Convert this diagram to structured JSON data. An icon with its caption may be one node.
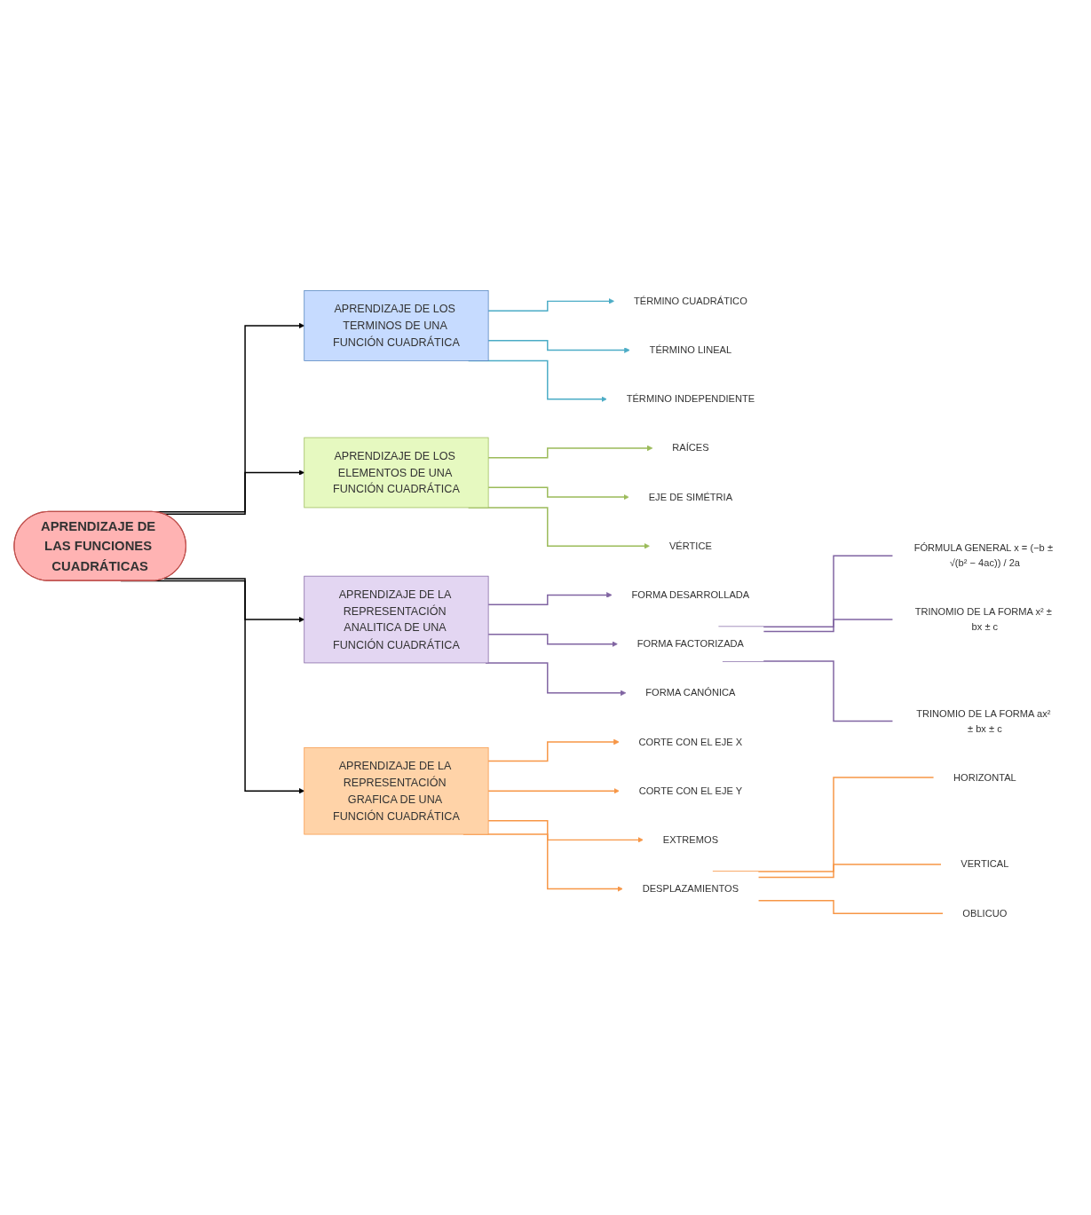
{
  "diagram": {
    "nodes": [
      {
        "text": [
          "APRENDIZAJE DE LAS FUNCIONES CUADRÁTICAS"
        ]
      },
      {
        "text": [
          "APRENDIZAJE DE LOS TERMINOS DE UNA FUNCIÓN CUADRÁTICA"
        ]
      },
      {
        "text": [
          "APRENDIZAJE DE LOS ELEMENTOS DE UNA FUNCIÓN CUADRÁTICA"
        ]
      },
      {
        "text": [
          "APRENDIZAJE DE LA REPRESENTACIÓN ANALITICA DE UNA FUNCIÓN CUADRÁTICA"
        ]
      },
      {
        "text": [
          "APRENDIZAJE DE LA REPRESENTACIÓN GRAFICA DE UNA FUNCIÓN CUADRÁTICA"
        ]
      },
      {
        "text": [
          "TÉRMINO CUADRÁTICO"
        ]
      },
      {
        "text": [
          "TÉRMINO LINEAL"
        ]
      },
      {
        "text": [
          "TÉRMINO INDEPENDIENTE"
        ]
      },
      {
        "text": [
          "RAÍCES"
        ]
      },
      {
        "text": [
          "EJE DE SIMÉTRIA"
        ]
      },
      {
        "text": [
          "VÉRTICE"
        ]
      },
      {
        "text": [
          "FORMA DESARROLLADA"
        ]
      },
      {
        "text": [
          "FORMA FACTORIZADA"
        ]
      },
      {
        "text": [
          "FORMA CANÓNICA"
        ]
      },
      {
        "text": [
          "FÓRMULA GENERAL x = (−b ± √(b² − 4ac)) / 2a"
        ]
      },
      {
        "text": [
          "TRINOMIO DE LA FORMA x² ± bx ± c"
        ]
      },
      {
        "text": [
          "TRINOMIO DE LA FORMA ax² ± bx ± c"
        ]
      },
      {
        "text": [
          "CORTE CON EL EJE X"
        ]
      },
      {
        "text": [
          "CORTE CON EL EJE Y"
        ]
      },
      {
        "text": [
          "EXTREMOS"
        ]
      },
      {
        "text": [
          "DESPLAZAMIENTOS"
        ]
      },
      {
        "text": [
          "HORIZONTAL"
        ]
      },
      {
        "text": [
          "VERTICAL"
        ]
      },
      {
        "text": [
          "OBLICUO"
        ]
      }
    ],
    "edges": [
      {
        "from": 0,
        "to": 1,
        "arrow": "to",
        "color": "#000000"
      },
      {
        "from": 0,
        "to": 2,
        "arrow": "to",
        "color": "#000000"
      },
      {
        "from": 0,
        "to": 3,
        "arrow": "to",
        "color": "#000000"
      },
      {
        "from": 0,
        "to": 4,
        "arrow": "to",
        "color": "#000000"
      },
      {
        "from": 1,
        "to": 5,
        "arrow": "to",
        "color": "#4bacc6"
      },
      {
        "from": 1,
        "to": 6,
        "arrow": "to",
        "color": "#4bacc6"
      },
      {
        "from": 1,
        "to": 7,
        "arrow": "to",
        "color": "#4bacc6"
      },
      {
        "from": 2,
        "to": 8,
        "arrow": "to",
        "color": "#9bbb59"
      },
      {
        "from": 2,
        "to": 9,
        "arrow": "to",
        "color": "#9bbb59"
      },
      {
        "from": 2,
        "to": 10,
        "arrow": "to",
        "color": "#9bbb59"
      },
      {
        "from": 3,
        "to": 11,
        "arrow": "to",
        "color": "#8064a2"
      },
      {
        "from": 3,
        "to": 12,
        "arrow": "to",
        "color": "#8064a2"
      },
      {
        "from": 3,
        "to": 13,
        "arrow": "to",
        "color": "#8064a2"
      },
      {
        "from": 12,
        "to": 14,
        "arrow": "none",
        "color": "#8064a2"
      },
      {
        "from": 12,
        "to": 15,
        "arrow": "none",
        "color": "#8064a2"
      },
      {
        "from": 12,
        "to": 16,
        "arrow": "none",
        "color": "#8064a2"
      },
      {
        "from": 4,
        "to": 17,
        "arrow": "to",
        "color": "#f79646"
      },
      {
        "from": 4,
        "to": 18,
        "arrow": "to",
        "color": "#f79646"
      },
      {
        "from": 4,
        "to": 19,
        "arrow": "to",
        "color": "#f79646"
      },
      {
        "from": 4,
        "to": 20,
        "arrow": "to",
        "color": "#f79646"
      },
      {
        "from": 20,
        "to": 21,
        "arrow": "none",
        "color": "#f79646"
      },
      {
        "from": 20,
        "to": 22,
        "arrow": "none",
        "color": "#f79646"
      },
      {
        "from": 20,
        "to": 23,
        "arrow": "none",
        "color": "#f79646"
      }
    ]
  }
}
